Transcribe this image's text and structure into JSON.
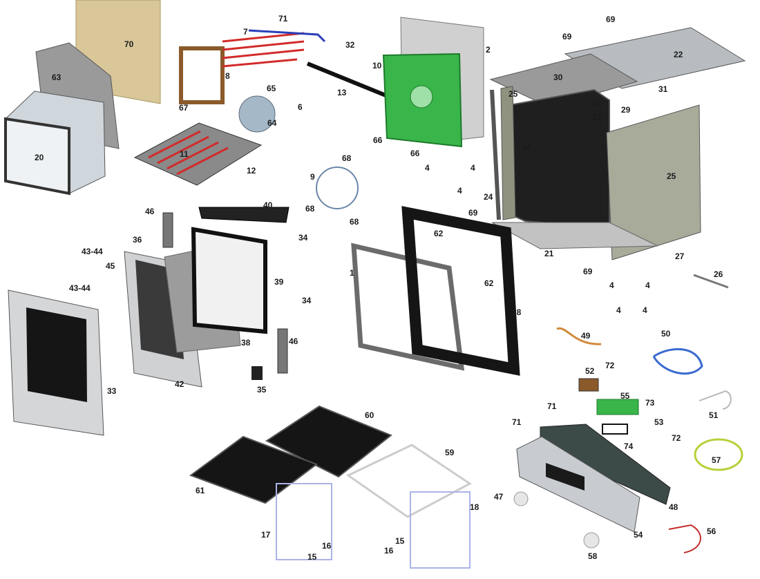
{
  "diagram": {
    "type": "exploded-parts-view",
    "colors": {
      "panel": "#c7c7c7",
      "dark": "#2a2a2a",
      "green": "#39b54a",
      "heater_red": "#d22b2b",
      "heater_blue": "#2b3fb8",
      "insulation": "#d9c79a",
      "steel": "#b8bcc0"
    },
    "labels": [
      "1",
      "2",
      "4",
      "4",
      "4",
      "4",
      "4",
      "4",
      "4",
      "6",
      "7",
      "8",
      "9",
      "10",
      "11",
      "12",
      "13",
      "14",
      "15",
      "15",
      "16",
      "16",
      "17",
      "18",
      "19",
      "20",
      "21",
      "22",
      "23",
      "24",
      "25",
      "25",
      "26",
      "27",
      "28",
      "29",
      "30",
      "31",
      "32",
      "33",
      "34",
      "34",
      "35",
      "36",
      "38",
      "39",
      "40",
      "42",
      "43-44",
      "43-44",
      "45",
      "46",
      "46",
      "47",
      "48",
      "49",
      "50",
      "51",
      "52",
      "53",
      "54",
      "55",
      "56",
      "57",
      "58",
      "59",
      "60",
      "61",
      "62",
      "62",
      "63",
      "64",
      "65",
      "66",
      "66",
      "67",
      "68",
      "68",
      "68",
      "69",
      "69",
      "69",
      "69",
      "70",
      "71",
      "71",
      "71",
      "72",
      "72",
      "73",
      "74"
    ]
  }
}
